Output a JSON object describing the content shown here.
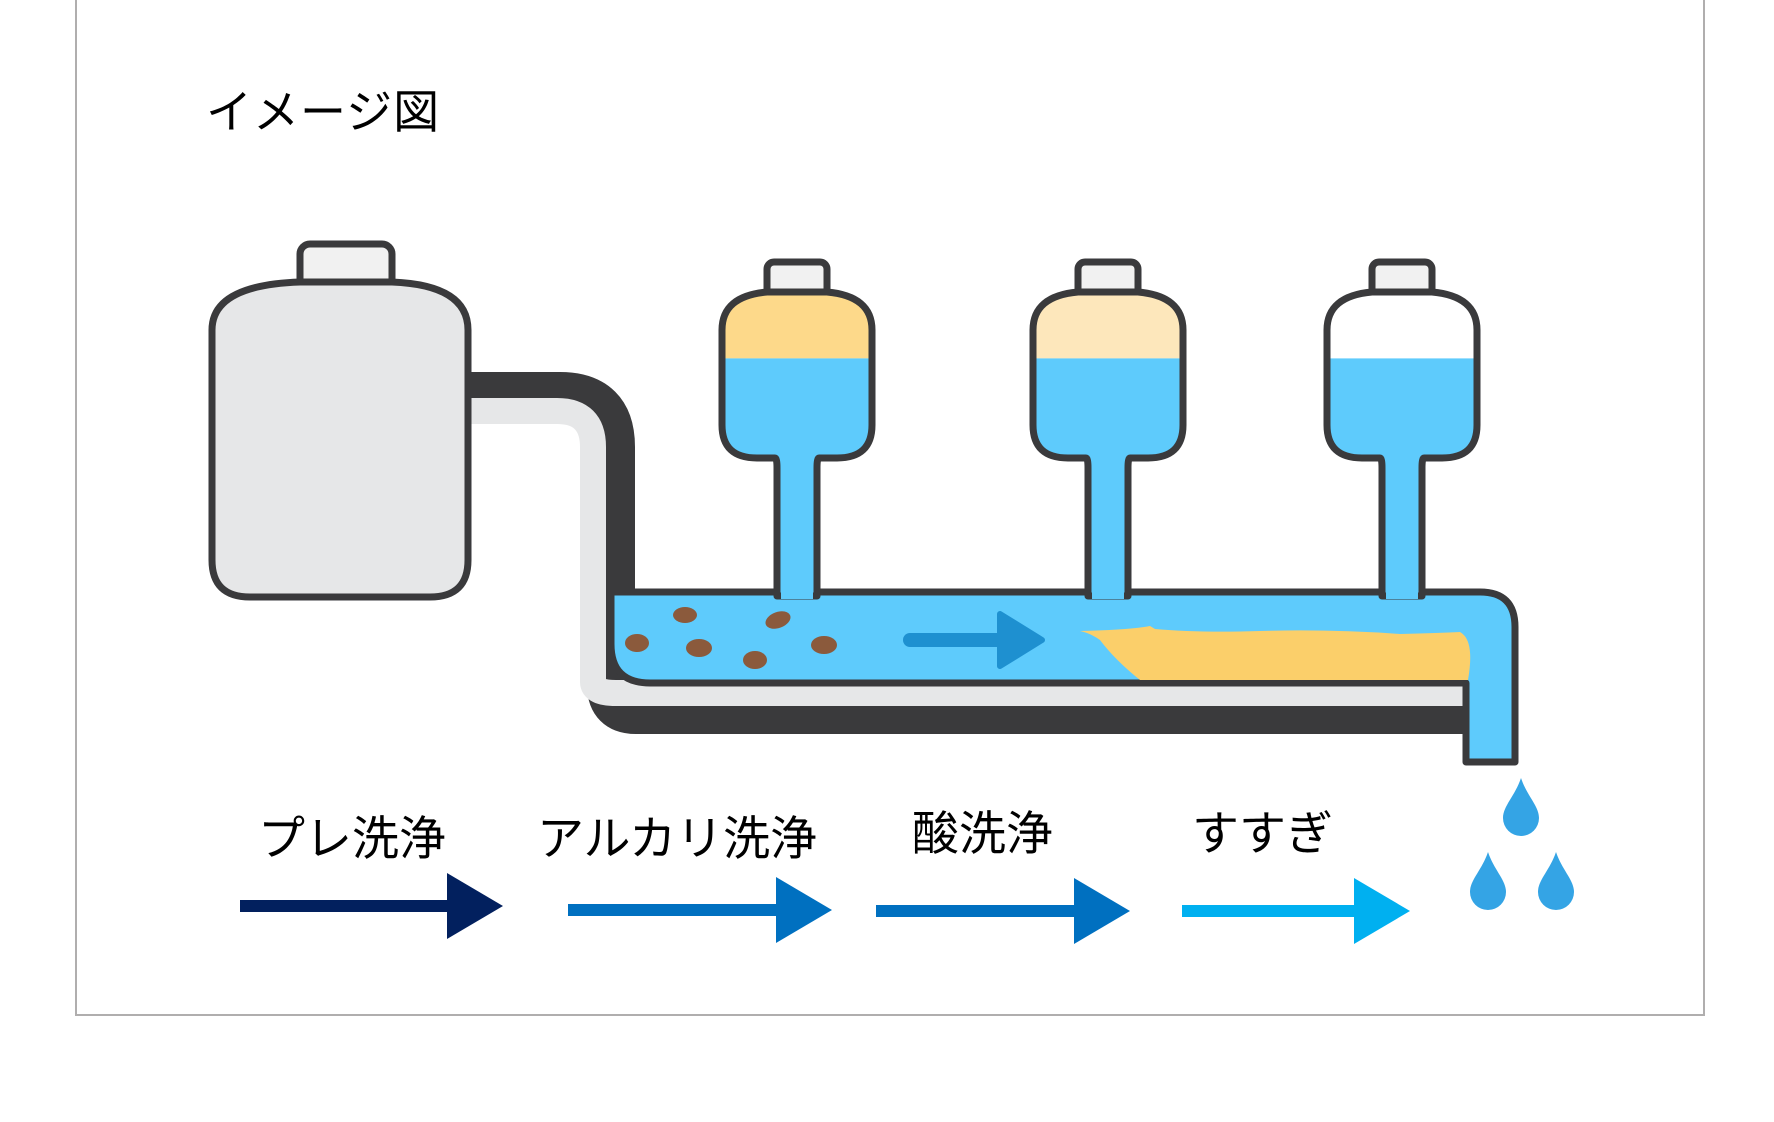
{
  "title": "イメージ図",
  "colors": {
    "outline": "#3a3a3c",
    "tank_fill": "#e6e7e8",
    "cap_fill": "#f1f1f1",
    "water": "#5ecbfc",
    "flow_arrow": "#1e90d0",
    "dirt": "#8b5a3c",
    "sludge": "#fbcf6a",
    "drop": "#34a4e5"
  },
  "bottles": [
    {
      "name": "alkali-bottle",
      "top_color": "#fdd98a",
      "water_fraction": 0.6
    },
    {
      "name": "acid-bottle",
      "top_color": "#fde7bb",
      "water_fraction": 0.6
    },
    {
      "name": "rinse-bottle",
      "top_color": "#ffffff",
      "water_fraction": 0.6
    }
  ],
  "steps": [
    {
      "label": "プレ洗浄",
      "color": "#02205e"
    },
    {
      "label": "アルカリ洗浄",
      "color": "#0070c0"
    },
    {
      "label": "酸洗浄",
      "color": "#0070c0"
    },
    {
      "label": "すすぎ",
      "color": "#00b0f0"
    }
  ],
  "drops_count": 3
}
